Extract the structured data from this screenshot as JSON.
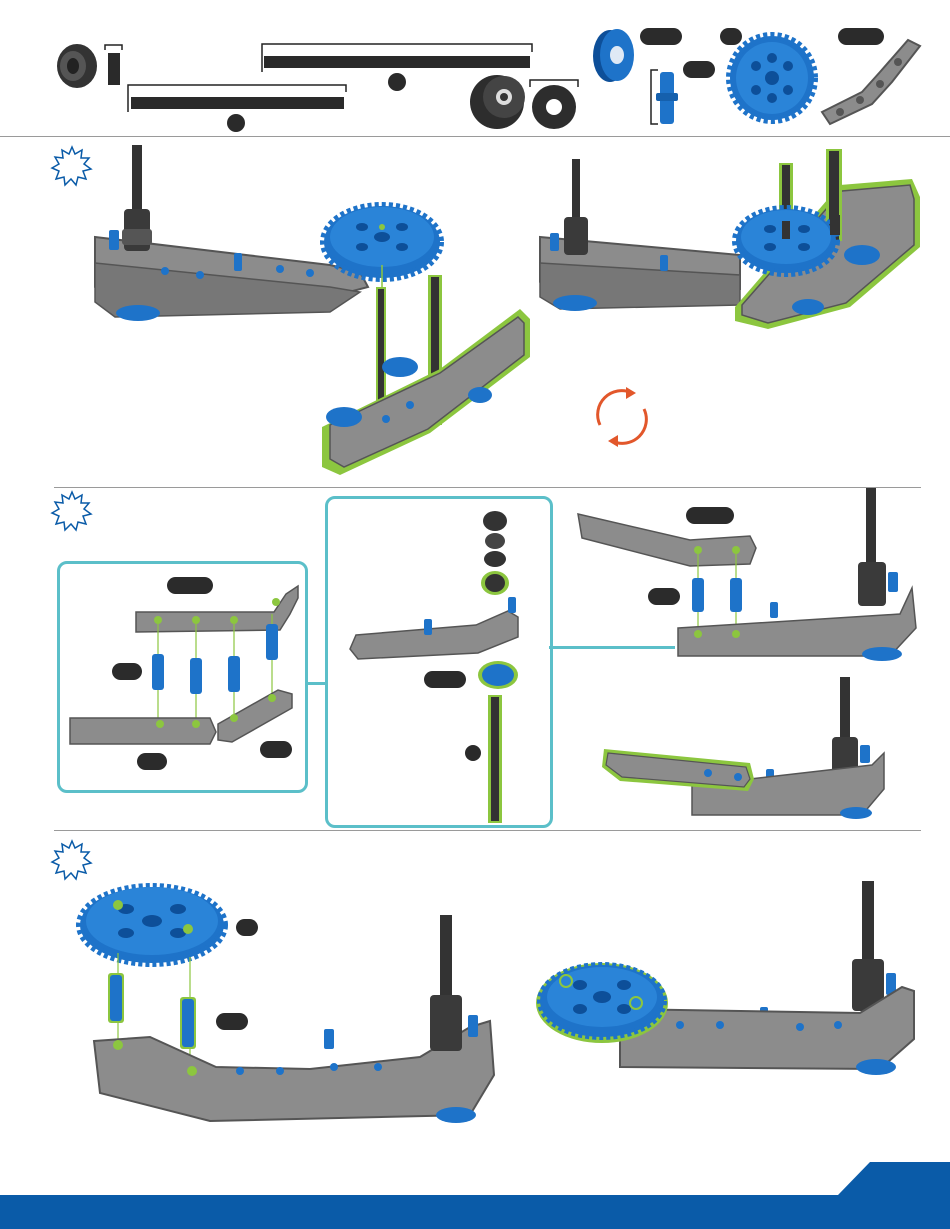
{
  "page": {
    "page_number": ""
  },
  "colors": {
    "brand_blue": "#0a5ba8",
    "part_blue": "#1e73c9",
    "beam_gray": "#8c8c8c",
    "beam_dark": "#5e5e5e",
    "highlight_green": "#8cc63f",
    "callout_teal": "#5bbfc9",
    "rotation_orange": "#e2572b",
    "divider_gray": "#9a9a9a"
  },
  "parts_list": {
    "items": [
      {
        "name": "spacer-ring",
        "icon": "spacer-icon"
      },
      {
        "name": "short-pin",
        "icon": "pin-icon"
      },
      {
        "name": "long-axle",
        "icon": "axle-icon"
      },
      {
        "name": "medium-axle",
        "icon": "axle-icon"
      },
      {
        "name": "axle-lock",
        "icon": "axle-lock-icon"
      },
      {
        "name": "washer",
        "icon": "washer-icon"
      },
      {
        "name": "blue-pulley",
        "icon": "pulley-icon"
      },
      {
        "name": "blue-connector",
        "icon": "connector-icon"
      },
      {
        "name": "large-gear",
        "icon": "gear-icon"
      },
      {
        "name": "curved-beam",
        "icon": "beam-icon"
      }
    ],
    "quantity_badges": [
      "",
      "",
      "",
      "",
      ""
    ]
  },
  "steps": [
    {
      "id": "step-1",
      "number": ""
    },
    {
      "id": "step-2",
      "number": ""
    },
    {
      "id": "step-3",
      "number": ""
    }
  ]
}
